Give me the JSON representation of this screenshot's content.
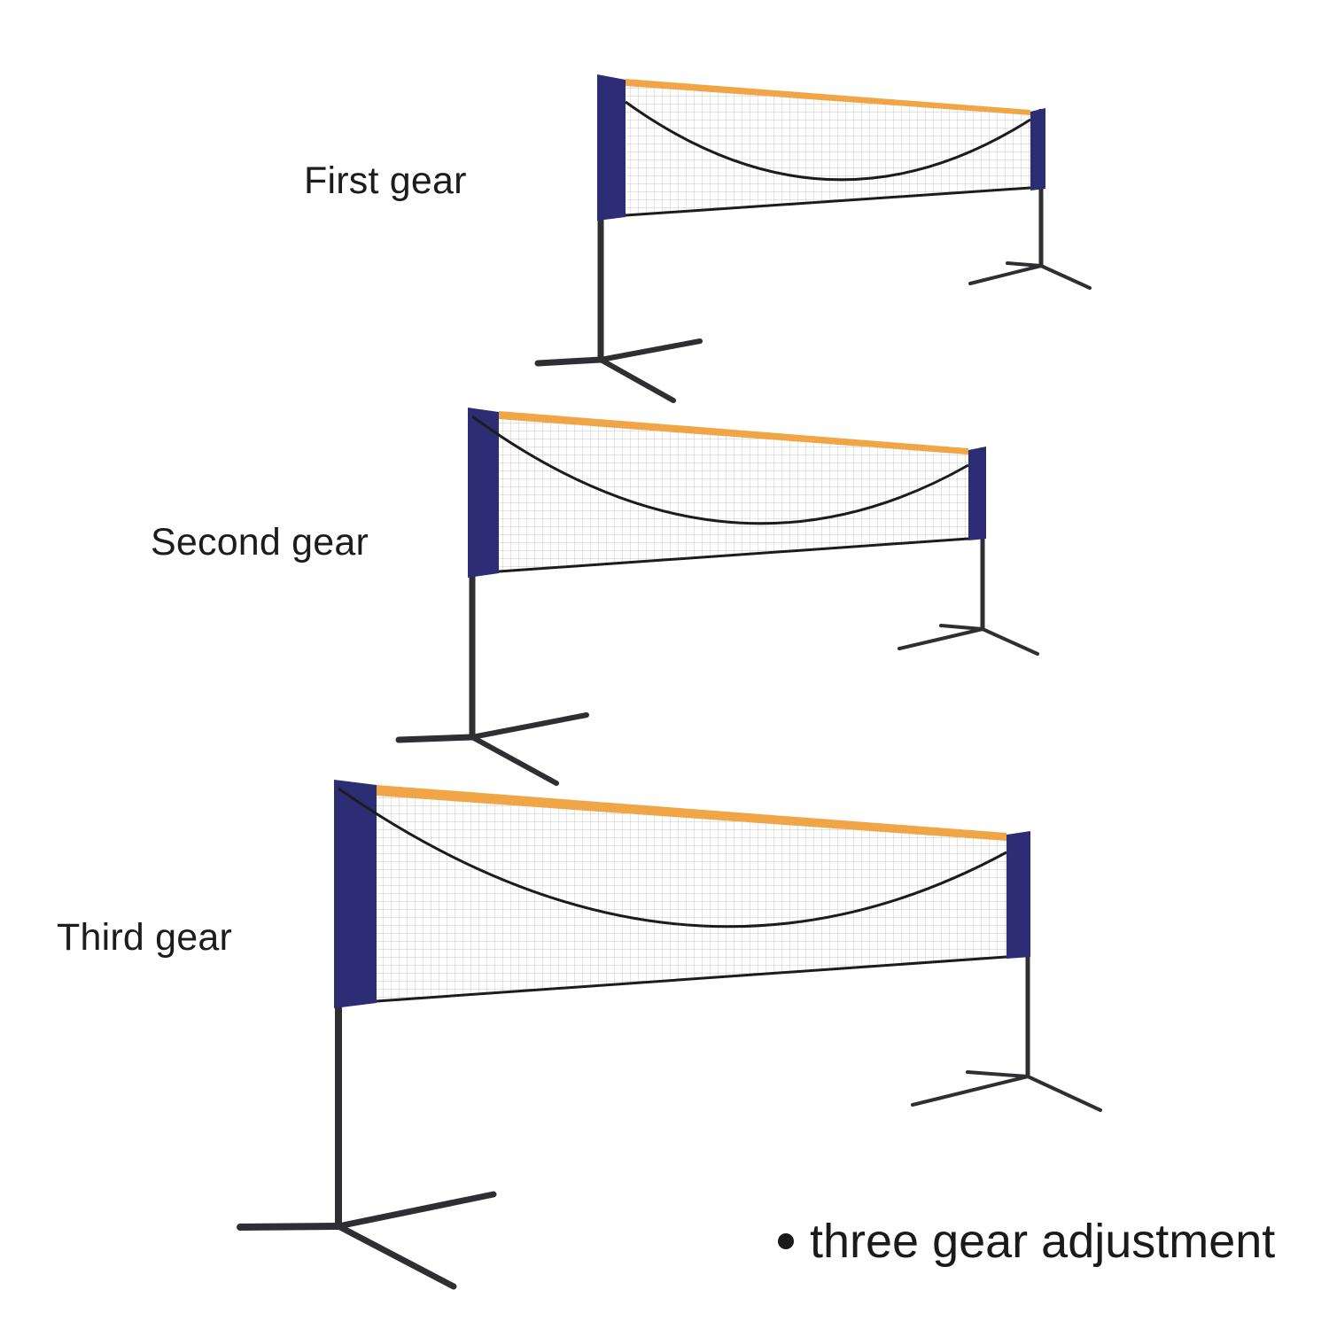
{
  "nets": [
    {
      "label": "First gear"
    },
    {
      "label": "Second gear"
    },
    {
      "label": "Third gear"
    }
  ],
  "caption": {
    "text": "three gear adjustment"
  },
  "colors": {
    "pole": "#2f2f33",
    "banner": "#2c2d74",
    "top_tape": "#f0a646",
    "mesh": "#c9c9c9",
    "cord": "#1c1c1c",
    "text": "#1a1a1a"
  },
  "icons": {
    "bullet": "bullet-icon"
  }
}
